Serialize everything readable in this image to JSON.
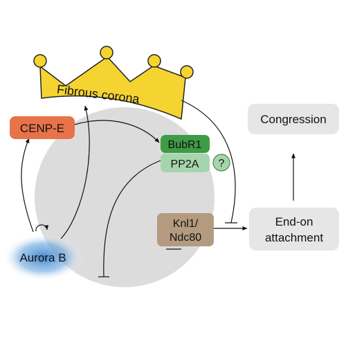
{
  "crown": {
    "label": "Fibrous corona"
  },
  "nodes": {
    "cenpe": "CENP-E",
    "bubr1": "BubR1",
    "pp2a": "PP2A",
    "question": "?",
    "knl1_line1": "Knl1/",
    "knl1_line2": "Ndc80",
    "aurora": "Aurora B",
    "endon_line1": "End-on",
    "endon_line2": "attachment",
    "congression": "Congression"
  },
  "colors": {
    "crown": "#f5d432",
    "cenpe": "#e8734a",
    "bubr1": "#3f9b45",
    "pp2a": "#a6d5ad",
    "knl1": "#b49b80",
    "aurora": "#4a8fd4",
    "kinetochore": "#dcdcdc",
    "box": "#e6e6e6"
  }
}
